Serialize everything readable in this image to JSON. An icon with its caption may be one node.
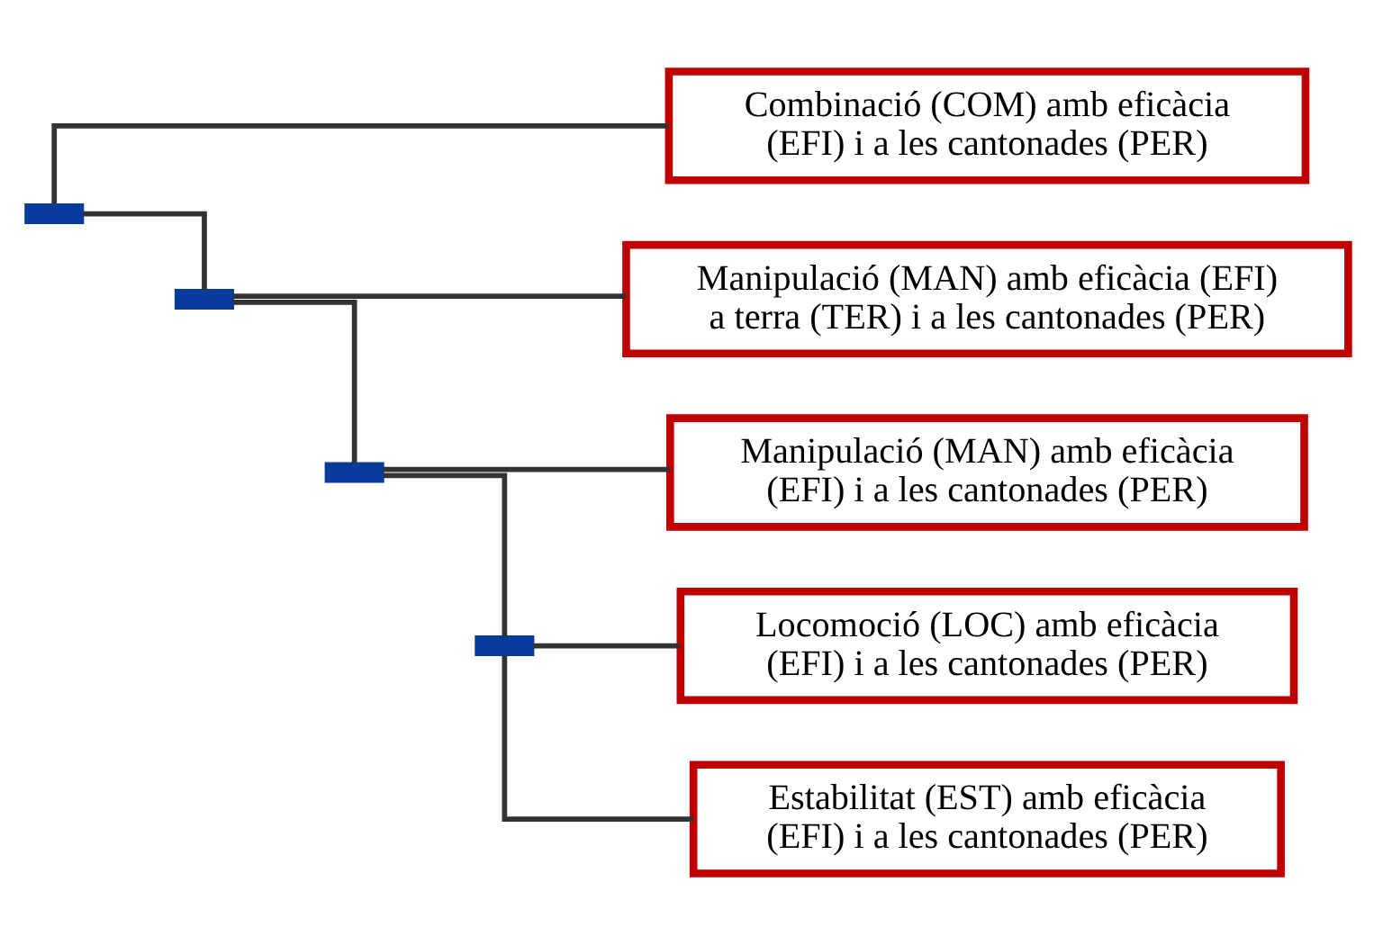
{
  "diagram": {
    "nodes": [
      {
        "text": [
          "Manipulació (MAN) amb eficàcia (EFI) i a les cantonades (PER)"
        ]
      },
      {
        "text": [
          "Locomoció (LOC) amb eficàcia (EFI) i a les cantonades (PER)"
        ]
      },
      {
        "text": [
          "Estabilitat (EST) amb eficàcia (EFI) i a les cantonades (PER)"
        ]
      },
      {
        "text": [
          "Manipulació (MAN) amb eficàcia (EFI) a terra (TER) i a les cantonades (PER)"
        ]
      },
      {
        "text": [
          "Combinació (COM) amb eficàcia (EFI) i a les cantonades (PER)"
        ]
      },
      {
        "text": [],
        "shape": "bar"
      },
      {
        "text": [],
        "shape": "bar"
      },
      {
        "text": [],
        "shape": "bar"
      },
      {
        "text": [],
        "shape": "bar"
      }
    ],
    "edges": [
      {
        "from": 5,
        "to": 6,
        "arrow": "none"
      },
      {
        "from": 5,
        "to": 4,
        "arrow": "none"
      },
      {
        "from": 6,
        "to": 7,
        "arrow": "none"
      },
      {
        "from": 6,
        "to": 3,
        "arrow": "none"
      },
      {
        "from": 7,
        "to": 0,
        "arrow": "none"
      },
      {
        "from": 7,
        "to": 8,
        "arrow": "none"
      },
      {
        "from": 8,
        "to": 1,
        "arrow": "none"
      },
      {
        "from": 8,
        "to": 2,
        "arrow": "none"
      }
    ]
  }
}
